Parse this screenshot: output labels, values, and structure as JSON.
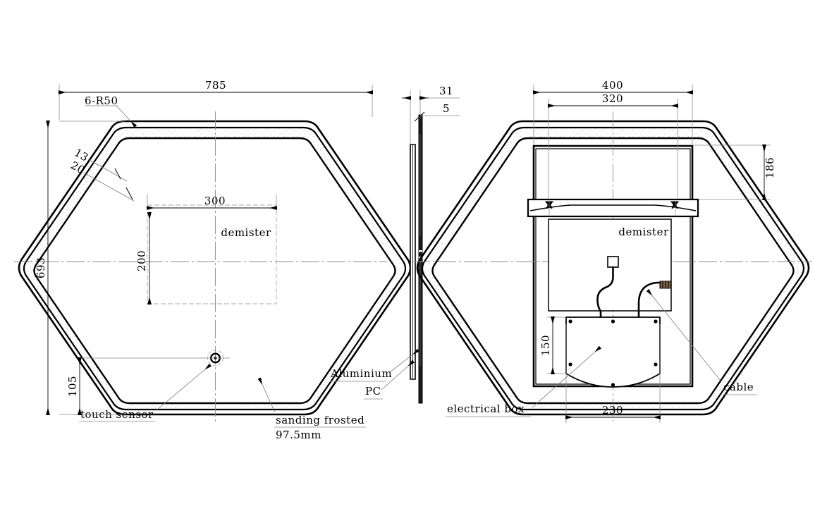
{
  "drawing": {
    "title": "Hexagonal LED Mirror - Technical Drawing",
    "units": "mm",
    "line_color": "#000000",
    "thin_line_color": "#7a7a7a",
    "background": "#ffffff"
  },
  "front_view": {
    "name": "front-view",
    "dimensions": {
      "overall_width": "785",
      "overall_height": "693",
      "corner_radius": "6-R50",
      "frame_band_outer": "13",
      "frame_band_inner": "20",
      "demister_width": "300",
      "demister_height": "200",
      "touch_sensor_height": "105"
    },
    "labels": {
      "demister": "demister",
      "touch_sensor": "touch sensor",
      "sanding_frosted": "sanding frosted",
      "sanding_frosted_size": "97.5mm"
    }
  },
  "side_view": {
    "name": "side-view",
    "dimensions": {
      "total_thickness": "31",
      "glass_thickness": "5"
    },
    "labels": {
      "aluminium": "Aluminium",
      "pc": "PC"
    }
  },
  "back_view": {
    "name": "back-view",
    "dimensions": {
      "bracket_outer_width": "400",
      "bracket_inner_width": "320",
      "bracket_offset_top": "186",
      "electrical_box_height": "150",
      "electrical_box_width": "230"
    },
    "labels": {
      "demister": "demister",
      "cable": "cable",
      "electrical_box": "electrical box"
    }
  }
}
